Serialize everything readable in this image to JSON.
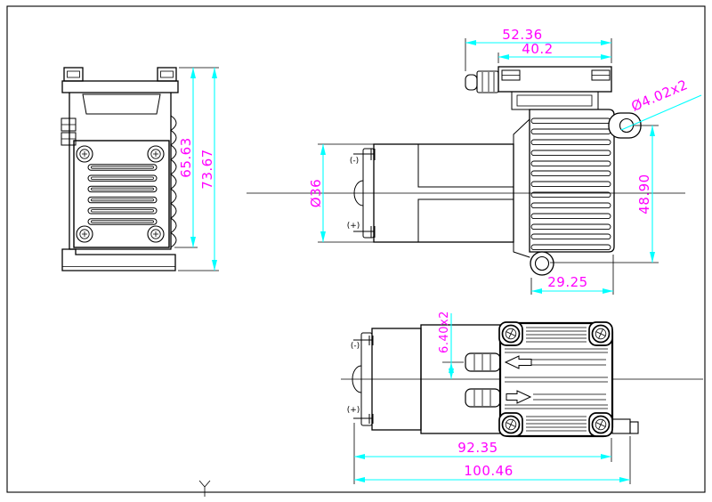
{
  "drawing": {
    "colors": {
      "outline": "#000000",
      "dimension_line": "#00ffff",
      "dimension_text": "#ff00ff",
      "background": "#ffffff"
    },
    "front_view": {
      "height_inner": "65.63",
      "height_total": "73.67"
    },
    "side_view": {
      "width_total": "52.36",
      "width_cap": "40.2",
      "hole_dia": "Ø4.02x2",
      "motor_dia": "Ø36",
      "hole_span": "48.90",
      "ear_offset": "29.25",
      "neg": "(-)",
      "pos": "(+)"
    },
    "top_view": {
      "port_offset": "6.40x2",
      "body_len": "92.35",
      "total_len": "100.46",
      "neg": "(-)",
      "pos": "(+)"
    }
  }
}
